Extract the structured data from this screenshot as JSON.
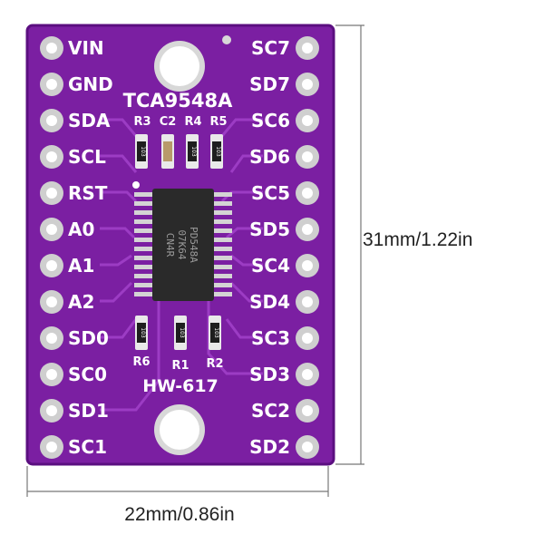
{
  "board": {
    "chip_name": "TCA9548A",
    "model": "HW-617",
    "ic_marking": [
      "PD548A",
      "07K64",
      "CN4R"
    ],
    "resistor_code": "103",
    "colors": {
      "pcb": "#7b1fa2",
      "pcb_dark": "#5b0f80",
      "trace": "#9c3cc4",
      "silk": "#ffffff",
      "pad_metal": "#cfcfcf",
      "ic_body": "#2a2a2a"
    }
  },
  "pins_left": [
    "VIN",
    "GND",
    "SDA",
    "SCL",
    "RST",
    "A0",
    "A1",
    "A2",
    "SD0",
    "SC0",
    "SD1",
    "SC1"
  ],
  "pins_right": [
    "SC7",
    "SD7",
    "SC6",
    "SD6",
    "SC5",
    "SD5",
    "SC4",
    "SD4",
    "SC3",
    "SD3",
    "SC2",
    "SD2"
  ],
  "components_top": [
    "R3",
    "C2",
    "R4",
    "R5"
  ],
  "components_bottom": [
    "R6",
    "R1",
    "R2"
  ],
  "dimensions": {
    "height_label": "31mm/1.22in",
    "width_label": "22mm/0.86in"
  }
}
